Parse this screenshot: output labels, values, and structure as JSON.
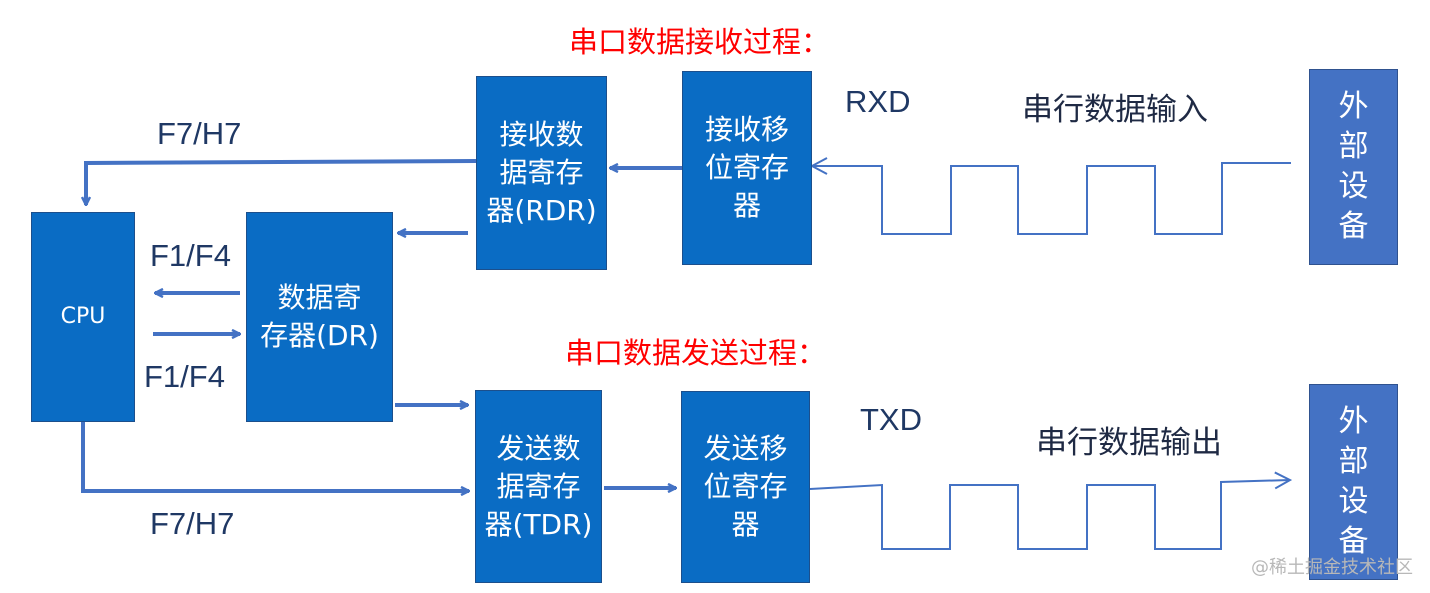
{
  "titles": {
    "receive": "串口数据接收过程：",
    "send": "串口数据发送过程："
  },
  "boxes": {
    "cpu": "CPU",
    "dr": [
      "数据寄",
      "存器(DR)"
    ],
    "rdr": [
      "接收数",
      "据寄存",
      "器(RDR)"
    ],
    "rx_shift": [
      "接收移",
      "位寄存",
      "器"
    ],
    "tdr": [
      "发送数",
      "据寄存",
      "器(TDR)"
    ],
    "tx_shift": [
      "发送移",
      "位寄存",
      "器"
    ],
    "ext_rx": [
      "外",
      "部",
      "设",
      "备"
    ],
    "ext_tx": [
      "外",
      "部",
      "设",
      "备"
    ]
  },
  "labels": {
    "f7h7_top": "F7/H7",
    "f7h7_bottom": "F7/H7",
    "f1f4_top": "F1/F4",
    "f1f4_bottom": "F1/F4",
    "rxd": "RXD",
    "txd": "TXD",
    "serial_in": "串行数据输入",
    "serial_out": "串行数据输出"
  },
  "watermark": "@稀土掘金技术社区",
  "colors": {
    "box_fill": "#0a6cc4",
    "ext_fill": "#4472c4",
    "arrow": "#4472c4",
    "title": "#ff0000"
  }
}
